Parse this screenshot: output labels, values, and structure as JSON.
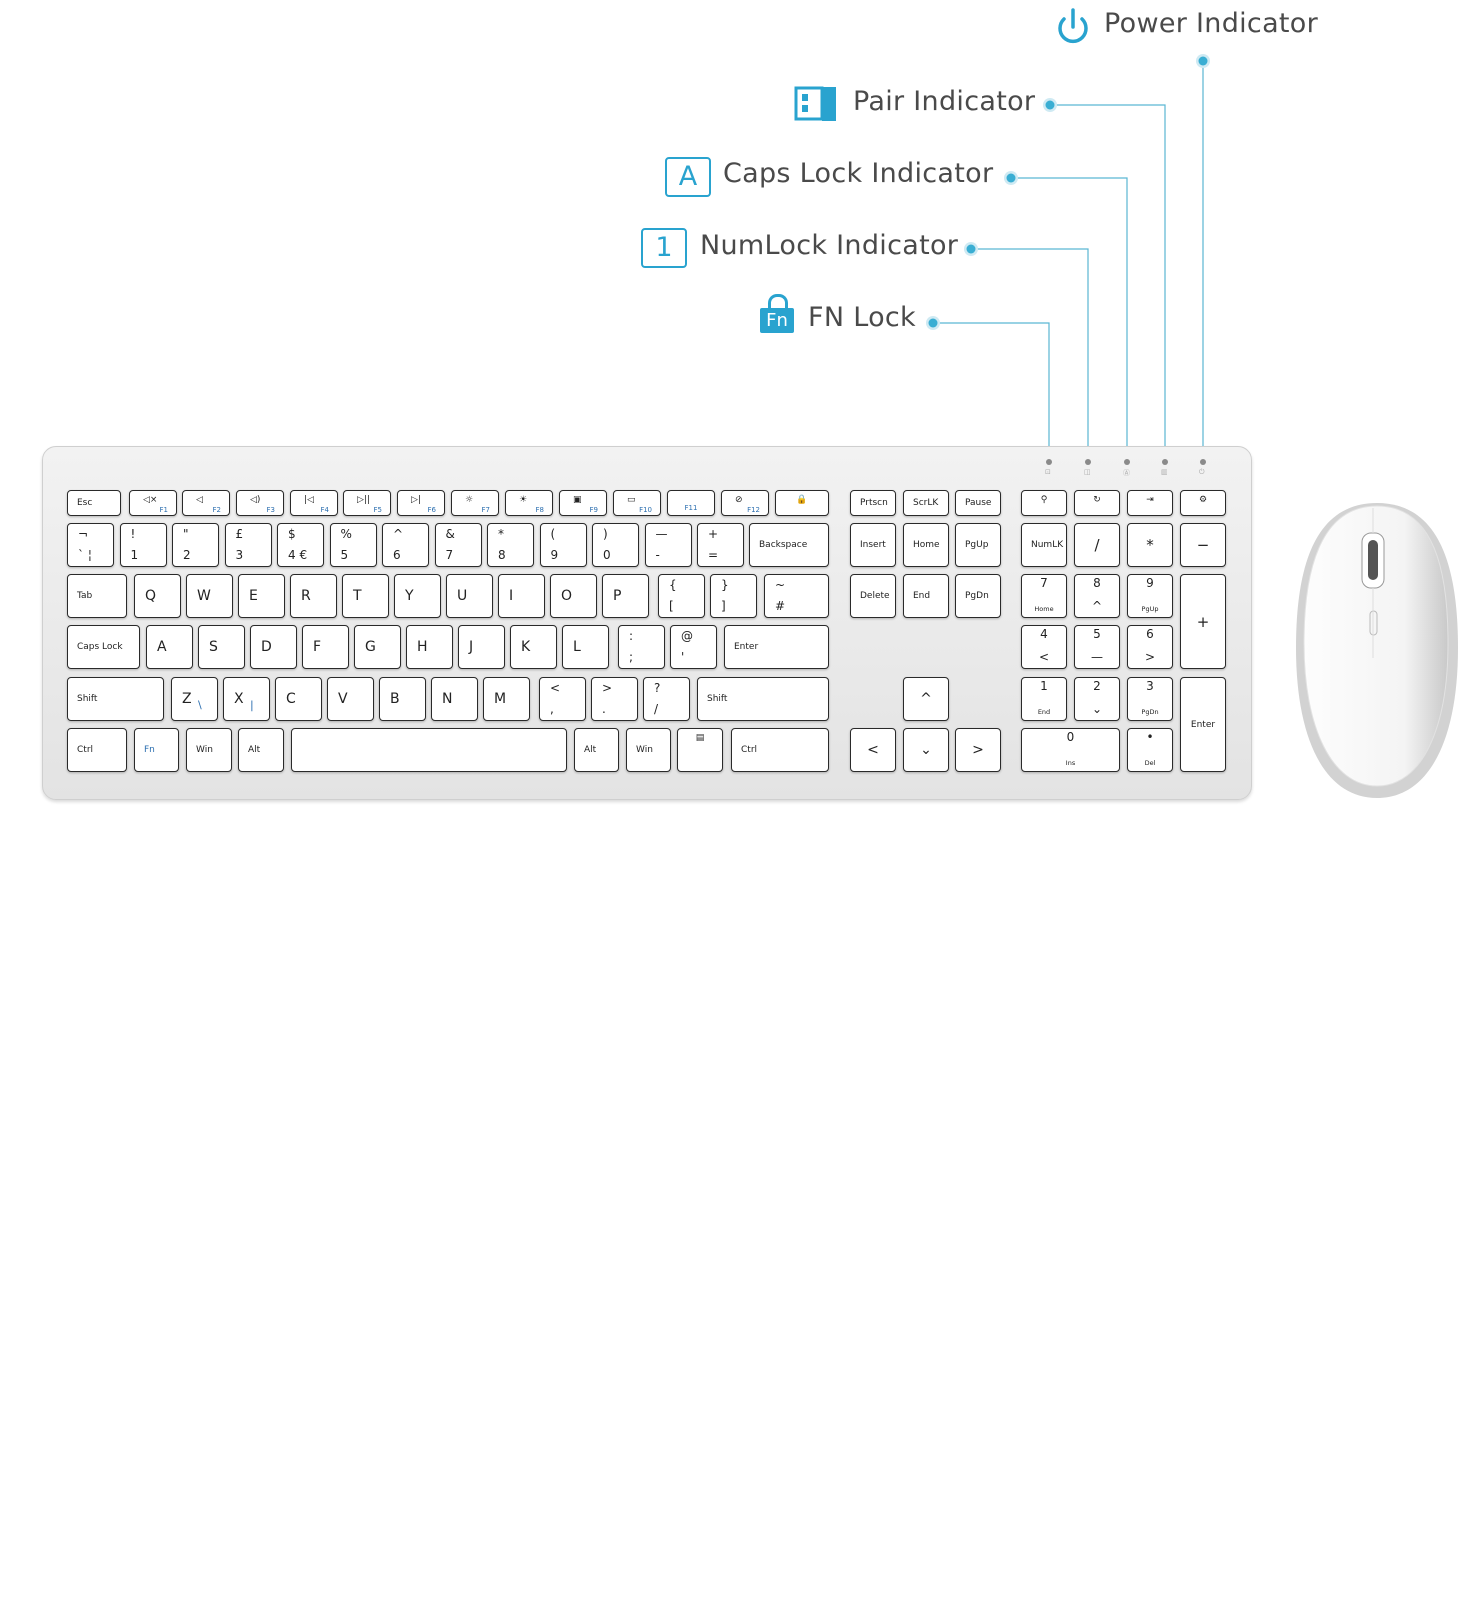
{
  "callouts": {
    "power": {
      "label": "Power Indicator",
      "icon": "power-icon"
    },
    "pair": {
      "label": "Pair Indicator",
      "icon": "pair-icon"
    },
    "caps_lock": {
      "label": "Caps Lock Indicator",
      "icon": "caps-lock-a-icon",
      "icon_text": "A"
    },
    "num_lock": {
      "label": "NumLock Indicator",
      "icon": "numlock-1-icon",
      "icon_text": "1"
    },
    "fn_lock": {
      "label": "FN Lock",
      "icon": "fn-lock-icon",
      "icon_text": "Fn"
    }
  },
  "colors": {
    "accent": "#29a3cf",
    "line": "#5ab6d3",
    "text": "#4a4a4a",
    "key_border": "#2a2a2a",
    "fn_label": "#2c6fb0"
  },
  "keyboard": {
    "function_row": [
      {
        "label": "Esc"
      },
      {
        "icon": "mute-icon",
        "fn": "F1"
      },
      {
        "icon": "volume-down-icon",
        "fn": "F2"
      },
      {
        "icon": "volume-up-icon",
        "fn": "F3"
      },
      {
        "icon": "previous-track-icon",
        "fn": "F4"
      },
      {
        "icon": "play-pause-icon",
        "fn": "F5"
      },
      {
        "icon": "next-track-icon",
        "fn": "F6"
      },
      {
        "icon": "brightness-down-icon",
        "fn": "F7"
      },
      {
        "icon": "brightness-up-icon",
        "fn": "F8"
      },
      {
        "icon": "folder-icon",
        "fn": "F9"
      },
      {
        "icon": "window-icon",
        "fn": "F10"
      },
      {
        "fn": "F11"
      },
      {
        "icon": "no-touch-icon",
        "fn": "F12"
      },
      {
        "icon": "lock-icon"
      }
    ],
    "number_row": [
      {
        "top": "¬",
        "bottom": "`  ¦"
      },
      {
        "top": "!",
        "bottom": "1"
      },
      {
        "top": "\"",
        "bottom": "2"
      },
      {
        "top": "£",
        "bottom": "3"
      },
      {
        "top": "$",
        "bottom": "4 €"
      },
      {
        "top": "%",
        "bottom": "5"
      },
      {
        "top": "^",
        "bottom": "6"
      },
      {
        "top": "&",
        "bottom": "7"
      },
      {
        "top": "*",
        "bottom": "8"
      },
      {
        "top": "(",
        "bottom": "9"
      },
      {
        "top": ")",
        "bottom": "0"
      },
      {
        "top": "—",
        "bottom": "-"
      },
      {
        "top": "+",
        "bottom": "="
      },
      {
        "label": "Backspace"
      }
    ],
    "qwerty_row": [
      {
        "label": "Tab"
      },
      {
        "big": "Q"
      },
      {
        "big": "W"
      },
      {
        "big": "E"
      },
      {
        "big": "R"
      },
      {
        "big": "T"
      },
      {
        "big": "Y"
      },
      {
        "big": "U"
      },
      {
        "big": "I"
      },
      {
        "big": "O"
      },
      {
        "big": "P"
      },
      {
        "top": "{",
        "bottom": "["
      },
      {
        "top": "}",
        "bottom": "]"
      },
      {
        "top": "~",
        "bottom": "#"
      }
    ],
    "home_row": [
      {
        "label": "Caps Lock"
      },
      {
        "big": "A"
      },
      {
        "big": "S"
      },
      {
        "big": "D"
      },
      {
        "big": "F"
      },
      {
        "big": "G"
      },
      {
        "big": "H"
      },
      {
        "big": "J"
      },
      {
        "big": "K"
      },
      {
        "big": "L"
      },
      {
        "top": ":",
        "bottom": ";"
      },
      {
        "top": "@",
        "bottom": "'"
      },
      {
        "label": "Enter"
      }
    ],
    "shift_row": [
      {
        "label": "Shift"
      },
      {
        "big": "Z",
        "alt": "\\"
      },
      {
        "big": "X",
        "alt": "|"
      },
      {
        "big": "C"
      },
      {
        "big": "V"
      },
      {
        "big": "B"
      },
      {
        "big": "N"
      },
      {
        "big": "M"
      },
      {
        "top": "<",
        "bottom": ","
      },
      {
        "top": ">",
        "bottom": "."
      },
      {
        "top": "?",
        "bottom": "/"
      },
      {
        "label": "Shift"
      }
    ],
    "bottom_row": [
      {
        "label": "Ctrl"
      },
      {
        "label": "Fn",
        "blue": true
      },
      {
        "label": "Win"
      },
      {
        "label": "Alt"
      },
      {
        "label": ""
      },
      {
        "label": "Alt"
      },
      {
        "label": "Win"
      },
      {
        "icon": "menu-icon"
      },
      {
        "label": "Ctrl"
      }
    ],
    "nav": [
      {
        "label": "Prtscn"
      },
      {
        "label": "ScrLK"
      },
      {
        "label": "Pause"
      },
      {
        "label": "Insert"
      },
      {
        "label": "Home"
      },
      {
        "label": "PgUp"
      },
      {
        "label": "Delete"
      },
      {
        "label": "End"
      },
      {
        "label": "PgDn"
      },
      {
        "arrow": "^"
      },
      {
        "arrow": "<"
      },
      {
        "arrow": "⌄"
      },
      {
        "arrow": ">"
      }
    ],
    "numpad": [
      {
        "icon": "search-icon"
      },
      {
        "icon": "refresh-icon"
      },
      {
        "icon": "switch-icon"
      },
      {
        "icon": "settings-icon"
      },
      {
        "label": "NumLK"
      },
      {
        "center": "/"
      },
      {
        "center": "*"
      },
      {
        "center": "−"
      },
      {
        "num": "7",
        "sub": "Home"
      },
      {
        "num": "8",
        "sub": "^"
      },
      {
        "num": "9",
        "sub": "PgUp"
      },
      {
        "center": "+"
      },
      {
        "num": "4",
        "sub": "<"
      },
      {
        "num": "5",
        "sub": "—"
      },
      {
        "num": "6",
        "sub": ">"
      },
      {
        "num": "1",
        "sub": "End"
      },
      {
        "num": "2",
        "sub": "⌄"
      },
      {
        "num": "3",
        "sub": "PgDn"
      },
      {
        "label": "Enter"
      },
      {
        "num": "0",
        "sub": "Ins"
      },
      {
        "num": "•",
        "sub": "Del"
      }
    ],
    "indicator_leds": [
      "fn-lock-led",
      "numlock-led",
      "caps-lock-led",
      "pair-led",
      "power-led"
    ]
  }
}
